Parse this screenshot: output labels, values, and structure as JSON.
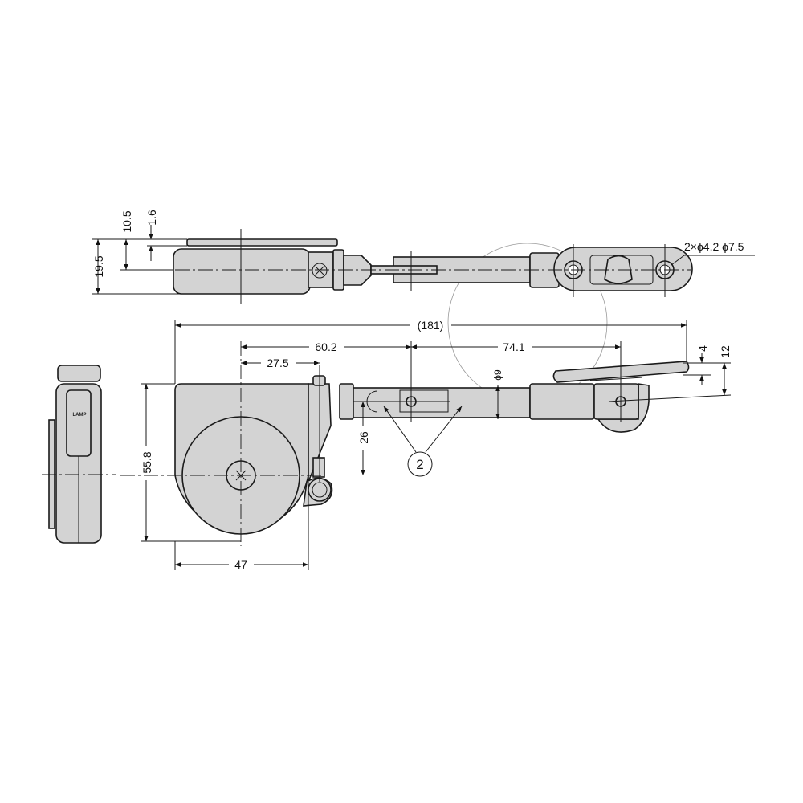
{
  "drawing": {
    "top_view": {
      "dim_total_height": "19.5",
      "dim_center_height": "10.5",
      "dim_plate_thickness": "1.6",
      "dim_holes": "2×ϕ4.2 ϕ7.5"
    },
    "side_view": {
      "dim_overall_length": "(181)",
      "dim_pivot_from_center": "60.2",
      "dim_pivot_to_hinge": "74.1",
      "dim_bracket_offset": "27.5",
      "dim_height": "55.8",
      "dim_width": "47",
      "dim_arm_height": "26",
      "dim_rod_diameter": "ϕ9",
      "dim_plate_thickness": "4",
      "dim_hinge_height": "12",
      "callout_number": "2"
    },
    "end_view": {
      "logo_text": "LAMP"
    },
    "colors": {
      "part_fill": "#d3d3d3",
      "line": "#1a1a1a"
    }
  }
}
